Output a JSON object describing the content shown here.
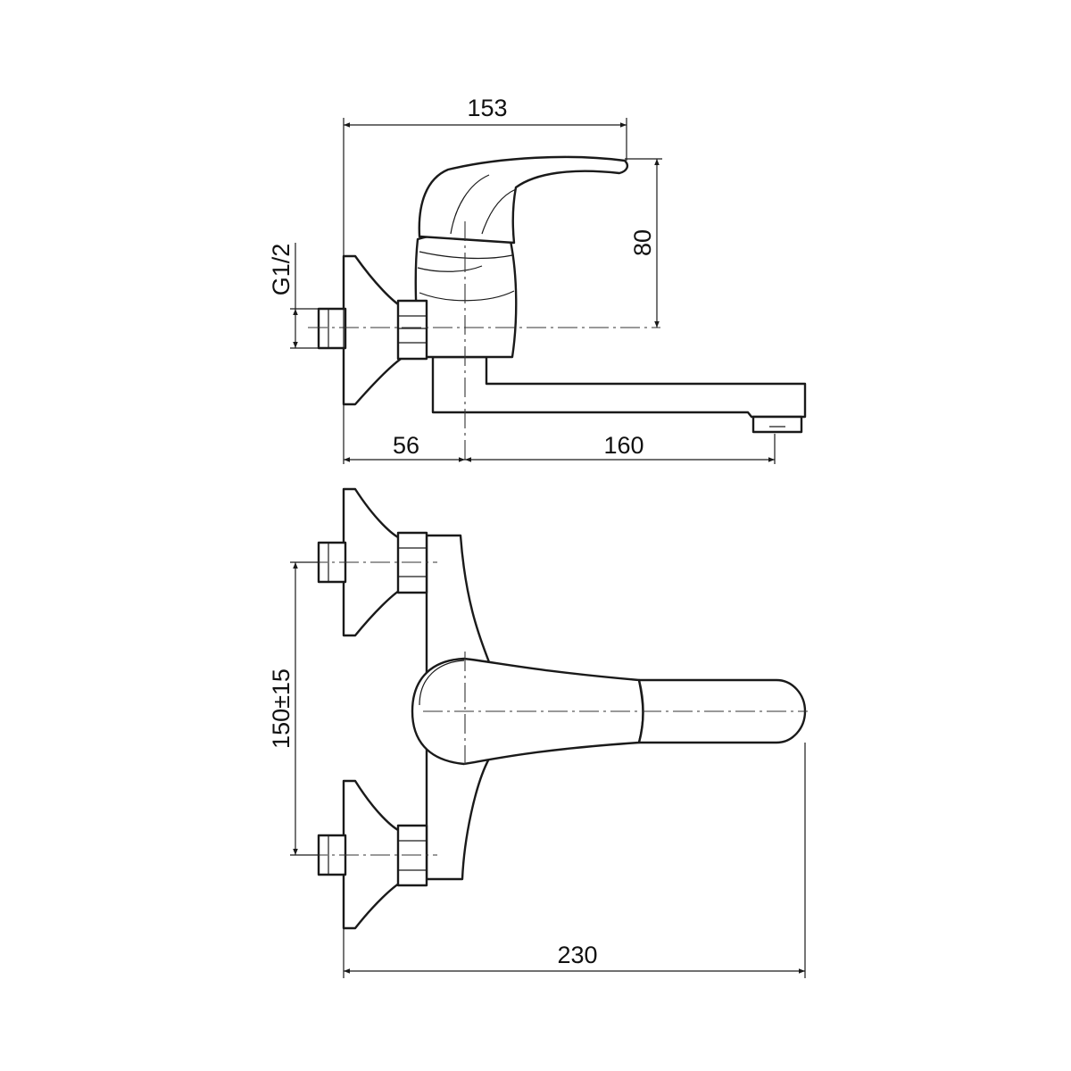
{
  "drawing": {
    "side_view": {
      "width_label": "153",
      "height_label": "80",
      "thread_label": "G1/2",
      "offset_label": "56",
      "spout_label": "160"
    },
    "top_view": {
      "spacing_label": "150±15",
      "overall_label": "230"
    },
    "colors": {
      "line": "#1a1a1a",
      "background": "#ffffff"
    }
  }
}
